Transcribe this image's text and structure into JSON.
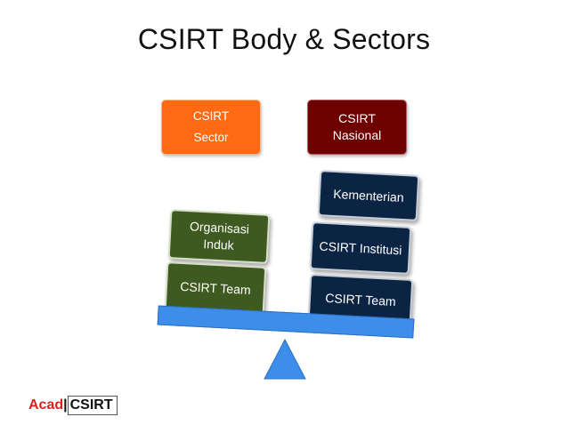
{
  "title": "CSIRT Body & Sectors",
  "boxes": {
    "sector": {
      "line1": "CSIRT",
      "line2": "Sector",
      "color": "#ff6a12"
    },
    "nasional": {
      "line1": "CSIRT",
      "line2": "Nasional",
      "color": "#6e0000"
    },
    "organisasi_induk": {
      "line1": "Organisasi",
      "line2": "Induk",
      "color": "#3e5a20"
    },
    "left_team": {
      "label": "CSIRT Team",
      "color": "#3e5a20"
    },
    "kementerian": {
      "label": "Kementerian",
      "color": "#0c2444"
    },
    "csirt_institusi": {
      "label": "CSIRT Institusi",
      "color": "#0c2444"
    },
    "right_team": {
      "label": "CSIRT Team",
      "color": "#0c2444"
    }
  },
  "scale": {
    "beam_color": "#3d8ee8",
    "fulcrum_color": "#3d8ee8"
  },
  "logo": {
    "part1": "Acad",
    "separator": "|",
    "part2": "CSIRT"
  }
}
